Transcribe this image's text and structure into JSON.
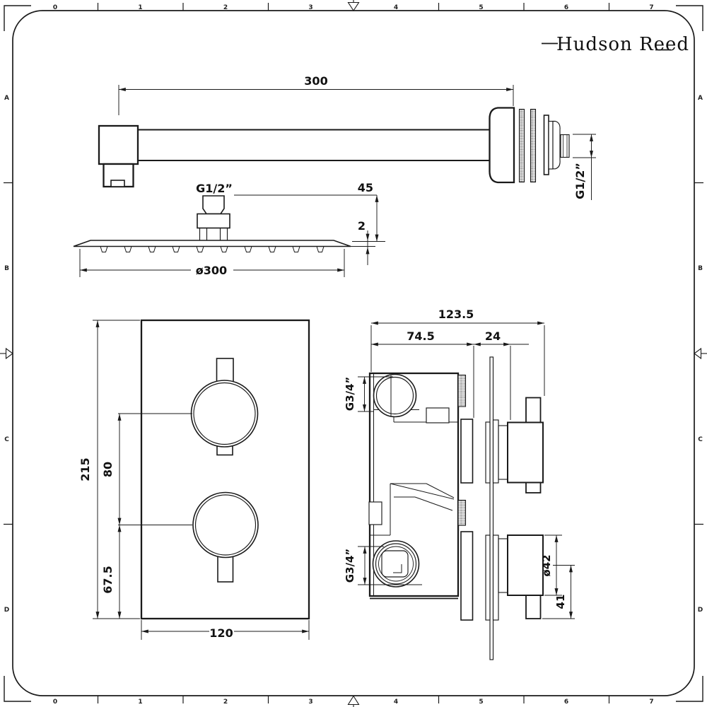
{
  "brand": {
    "logo_text": "Hudson Reed"
  },
  "ruler": {
    "h_labels": [
      "0",
      "1",
      "2",
      "3",
      "4",
      "5",
      "6",
      "7"
    ],
    "v_labels": [
      "A",
      "B",
      "C",
      "D"
    ]
  },
  "drawings": {
    "arm": {
      "length": "300",
      "wall_thread": "G1/2”"
    },
    "head": {
      "thread": "G1/2”",
      "stem_height": "45",
      "thickness": "2",
      "diameter": "ø300"
    },
    "valve_front": {
      "height": "215",
      "center_spacing": "80",
      "bottom_offset": "67.5",
      "width": "120"
    },
    "valve_side": {
      "depth_total": "123.5",
      "depth_body": "74.5",
      "plate_offset": "24",
      "inlet_top": "G3/4”",
      "inlet_bottom": "G3/4”",
      "handle_diameter": "ø42",
      "handle_length": "41"
    }
  },
  "colors": {
    "line": "#1a1a1a",
    "background": "#ffffff"
  }
}
